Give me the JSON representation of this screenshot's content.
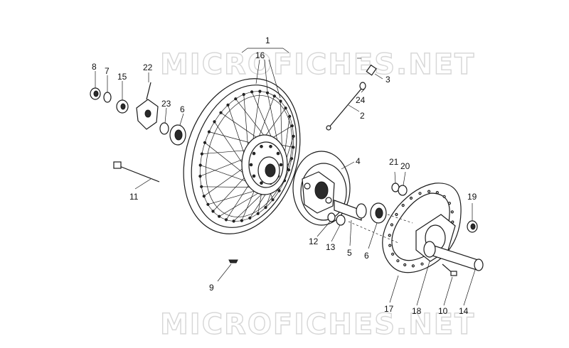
{
  "watermark": "MICROFICHES.NET",
  "callouts": [
    "1",
    "16",
    "2",
    "3",
    "24",
    "4",
    "5",
    "6",
    "6",
    "7",
    "8",
    "9",
    "10",
    "11",
    "12",
    "13",
    "14",
    "15",
    "17",
    "18",
    "19",
    "20",
    "21",
    "22",
    "23"
  ],
  "colors": {
    "line": "#1a1a1a",
    "watermark": "#d6d6d6",
    "background": "#ffffff"
  }
}
